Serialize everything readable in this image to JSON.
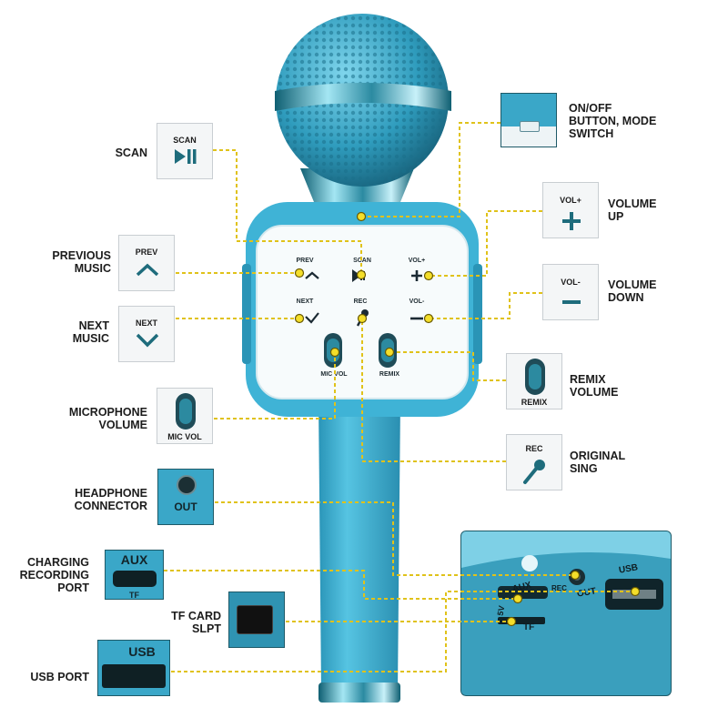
{
  "labels": {
    "scan": "SCAN",
    "on_off": "ON/OFF\nBUTTON, MODE\nSWITCH",
    "volume_up": "VOLUME\nUP",
    "previous_music": "PREVIOUS\nMUSIC",
    "volume_down": "VOLUME\nDOWN",
    "next_music": "NEXT\nMUSIC",
    "remix_volume": "REMIX\nVOLUME",
    "microphone_volume": "MICROPHONE\nVOLUME",
    "original_sing": "ORIGINAL\nSING",
    "headphone_connector": "HEADPHONE\nCONNECTOR",
    "charging_recording_port": "CHARGING\nRECORDING\nPORT",
    "tf_card_slot": "TF CARD\nSLPT",
    "usb_port": "USB PORT"
  },
  "boxes": {
    "scan": "SCAN",
    "prev": "PREV",
    "next": "NEXT",
    "mic_vol": "MIC VOL",
    "vol_up": "VOL+",
    "vol_down": "VOL-",
    "remix": "REMIX",
    "rec": "REC",
    "out": "OUT",
    "aux": "AUX",
    "tf": "TF",
    "usb": "USB"
  },
  "panel": {
    "prev": "PREV",
    "scan": "SCAN",
    "vol_up": "VOL+",
    "next": "NEXT",
    "rec": "REC",
    "vol_down": "VOL-",
    "mic_vol": "MIC VOL",
    "remix": "REMIX"
  },
  "inset": {
    "aux": "AUX",
    "rec": "REC",
    "out": "OUT",
    "usb": "USB",
    "five_v": "5V",
    "tf": "TF"
  },
  "colors": {
    "body": "#3fb3d6",
    "leader": "#e0c21a"
  }
}
